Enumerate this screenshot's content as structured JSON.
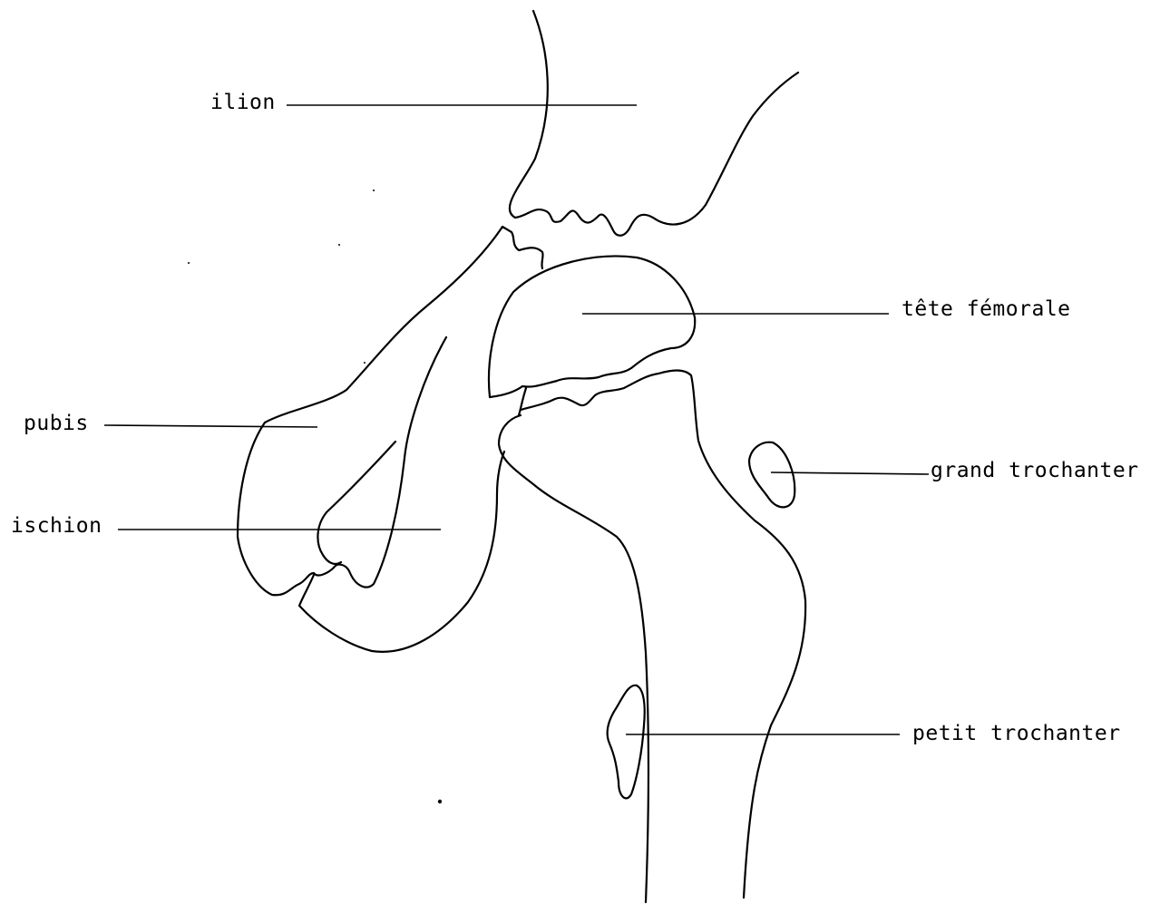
{
  "labels": {
    "ilion": "ilion",
    "tete_femorale": "tête fémorale",
    "pubis": "pubis",
    "grand_trochanter": "grand trochanter",
    "ischion": "ischion",
    "petit_trochanter": "petit trochanter"
  },
  "colors": {
    "ink": "#000000",
    "background": "#ffffff"
  }
}
